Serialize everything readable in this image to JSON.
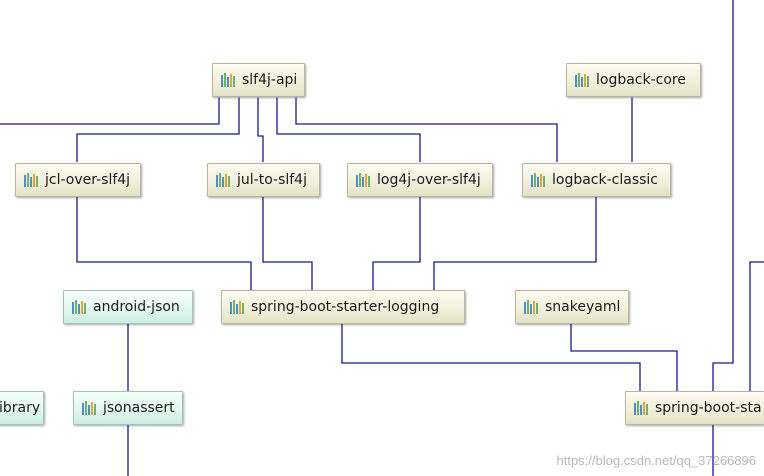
{
  "nodes": {
    "slf4j_api": "slf4j-api",
    "logback_core": "logback-core",
    "jcl_over_slf4j": "jcl-over-slf4j",
    "jul_to_slf4j": "jul-to-slf4j",
    "log4j_over_slf4j": "log4j-over-slf4j",
    "logback_classic": "logback-classic",
    "android_json": "android-json",
    "spring_boot_starter_logging": "spring-boot-starter-logging",
    "snakeyaml": "snakeyaml",
    "library_partial": "ibrary",
    "jsonassert": "jsonassert",
    "spring_boot_starter_partial": "spring-boot-sta"
  },
  "icons": {
    "library": "maven-library-icon"
  },
  "colors": {
    "edge": "#1a1a8c",
    "node_fill": "#f1f0dc",
    "node_fill_test": "#e3f7ef"
  },
  "watermark": "https://blog.csdn.net/qq_37266896"
}
